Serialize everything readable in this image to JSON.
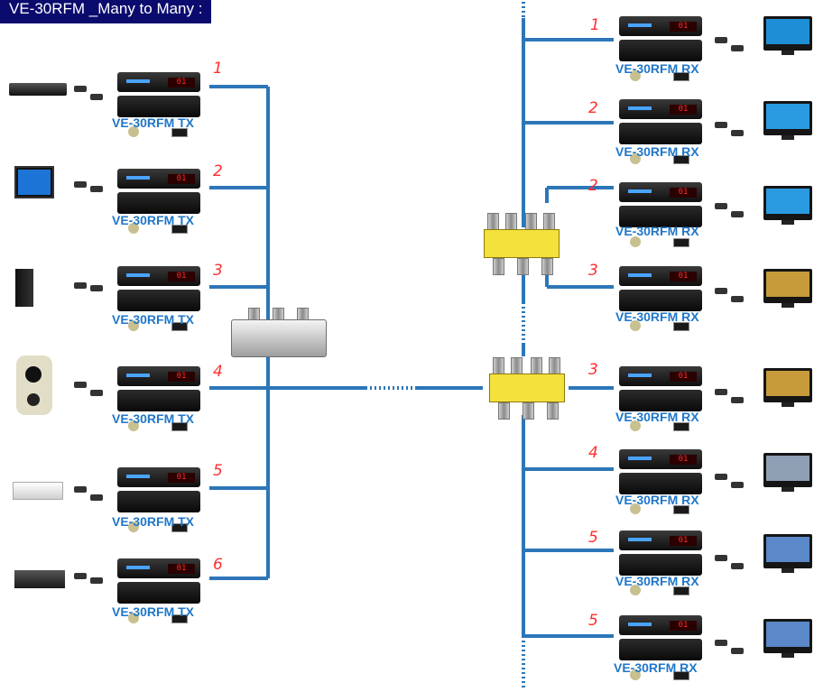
{
  "title": "VE-30RFM _Many to Many :",
  "tx_units": [
    {
      "number": "1",
      "label": "VE-30RFM TX",
      "source_icon": "blu-ray-player-icon",
      "display": "01"
    },
    {
      "number": "2",
      "label": "VE-30RFM TX",
      "source_icon": "desktop-computer-icon",
      "display": "01"
    },
    {
      "number": "3",
      "label": "VE-30RFM TX",
      "source_icon": "game-console-icon",
      "display": "01"
    },
    {
      "number": "4",
      "label": "VE-30RFM TX",
      "source_icon": "ptz-camera-icon",
      "display": "01"
    },
    {
      "number": "5",
      "label": "VE-30RFM TX",
      "source_icon": "media-box-icon",
      "display": "01"
    },
    {
      "number": "6",
      "label": "VE-30RFM TX",
      "source_icon": "dvr-box-icon",
      "display": "01"
    }
  ],
  "rx_units": [
    {
      "number": "1",
      "label": "VE-30RFM RX",
      "display": "01",
      "tv_screen": "#1e8fd6"
    },
    {
      "number": "2",
      "label": "VE-30RFM RX",
      "display": "01",
      "tv_screen": "#2a9be0"
    },
    {
      "number": "2",
      "label": "VE-30RFM RX",
      "display": "01",
      "tv_screen": "#2a9be0"
    },
    {
      "number": "3",
      "label": "VE-30RFM RX",
      "display": "01",
      "tv_screen": "#c79a3a"
    },
    {
      "number": "3",
      "label": "VE-30RFM RX",
      "display": "01",
      "tv_screen": "#c79a3a"
    },
    {
      "number": "4",
      "label": "VE-30RFM RX",
      "display": "01",
      "tv_screen": "#8fa0b4"
    },
    {
      "number": "5",
      "label": "VE-30RFM RX",
      "display": "01",
      "tv_screen": "#5a88c8"
    },
    {
      "number": "5",
      "label": "VE-30RFM RX",
      "display": "01",
      "tv_screen": "#5a88c8"
    }
  ],
  "colors": {
    "coax": "#2d76b8",
    "title_bg": "#0b0b6e",
    "label": "#1f77c9",
    "number": "#ff2f2f",
    "splitter_body": "#f3e13c"
  }
}
